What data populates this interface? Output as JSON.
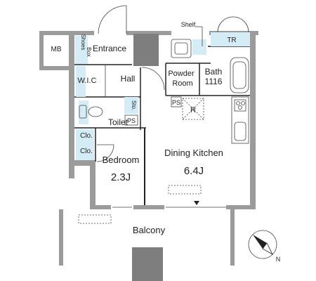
{
  "plan": {
    "rooms": {
      "mb": "MB",
      "shoes_box_1": "Shoes",
      "shoes_box_2": "Box",
      "entrance": "Entrance",
      "shelf": "Shelf",
      "tr": "TR",
      "hall": "Hall",
      "wic": "W.I.C",
      "powder_room_1": "Powder",
      "powder_room_2": "Room",
      "bath_1": "Bath",
      "bath_2": "1116",
      "sto": "Sto.",
      "ps_toilet": "PS",
      "ps_kitchen": "PS",
      "r": "R",
      "toilet": "Toilet",
      "clo_1": "Clo.",
      "clo_2": "Clo.",
      "bedroom": "Bedroom",
      "bedroom_size": "2.3J",
      "dining_kitchen": "Dining Kitchen",
      "dining_kitchen_size": "6.4J",
      "balcony": "Balcony"
    },
    "compass": {
      "north_label": "N"
    },
    "colors": {
      "wall": "#9b9b9b",
      "storage": "#d3ecf6",
      "line": "#222222"
    }
  }
}
